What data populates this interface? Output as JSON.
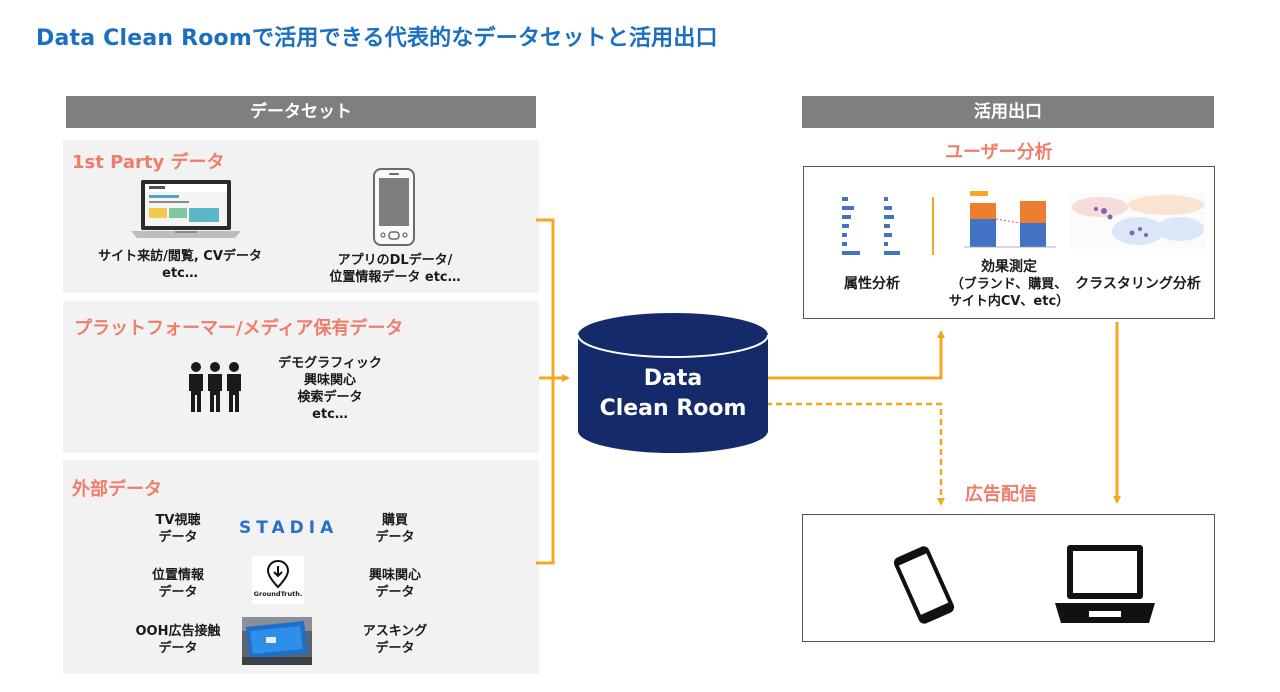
{
  "title": "Data Clean Roomで活用できる代表的なデータセットと活用出口",
  "left_header": "データセット",
  "right_header": "活用出口",
  "first_party": {
    "title": "1st Party データ",
    "site_label_line1": "サイト来訪/閲覧, CVデータ",
    "site_label_line2": "etc…",
    "app_label_line1": "アプリのDLデータ/",
    "app_label_line2": "位置情報データ etc…"
  },
  "platform": {
    "title": "プラットフォーマー/メディア保有データ",
    "items": [
      "デモグラフィック",
      "興味関心",
      "検索データ",
      "etc…"
    ]
  },
  "external": {
    "title": "外部データ",
    "tv_line1": "TV視聴",
    "tv_line2": "データ",
    "stadia_logo": "STADIA",
    "purchase_line1": "購買",
    "purchase_line2": "データ",
    "location_line1": "位置情報",
    "location_line2": "データ",
    "groundtruth_logo": "GroundTruth.",
    "interest_line1": "興味関心",
    "interest_line2": "データ",
    "ooh_line1": "OOH広告接触",
    "ooh_line2": "データ",
    "asking_line1": "アスキング",
    "asking_line2": "データ"
  },
  "center": {
    "line1": "Data",
    "line2": "Clean Room"
  },
  "user_analysis": {
    "title": "ユーザー分析",
    "attr_label": "属性分析",
    "effect_line1": "効果測定",
    "effect_line2": "（ブランド、購買、",
    "effect_line3": "サイト内CV、etc）",
    "cluster_label": "クラスタリング分析"
  },
  "ad_delivery": {
    "title": "広告配信"
  },
  "colors": {
    "title_blue": "#1a6fc0",
    "accent_orange": "#f5a623",
    "section_salmon": "#ef7d6b",
    "cylinder_navy": "#142a6b",
    "header_gray": "#7f7f7f",
    "panel_gray": "#f2f2f2"
  },
  "icons": [
    "laptop-icon",
    "smartphone-icon",
    "people-icon",
    "database-cylinder",
    "ooh-billboard-photo",
    "groundtruth-pin-icon",
    "smartphone-outline-icon",
    "laptop-outline-icon"
  ]
}
